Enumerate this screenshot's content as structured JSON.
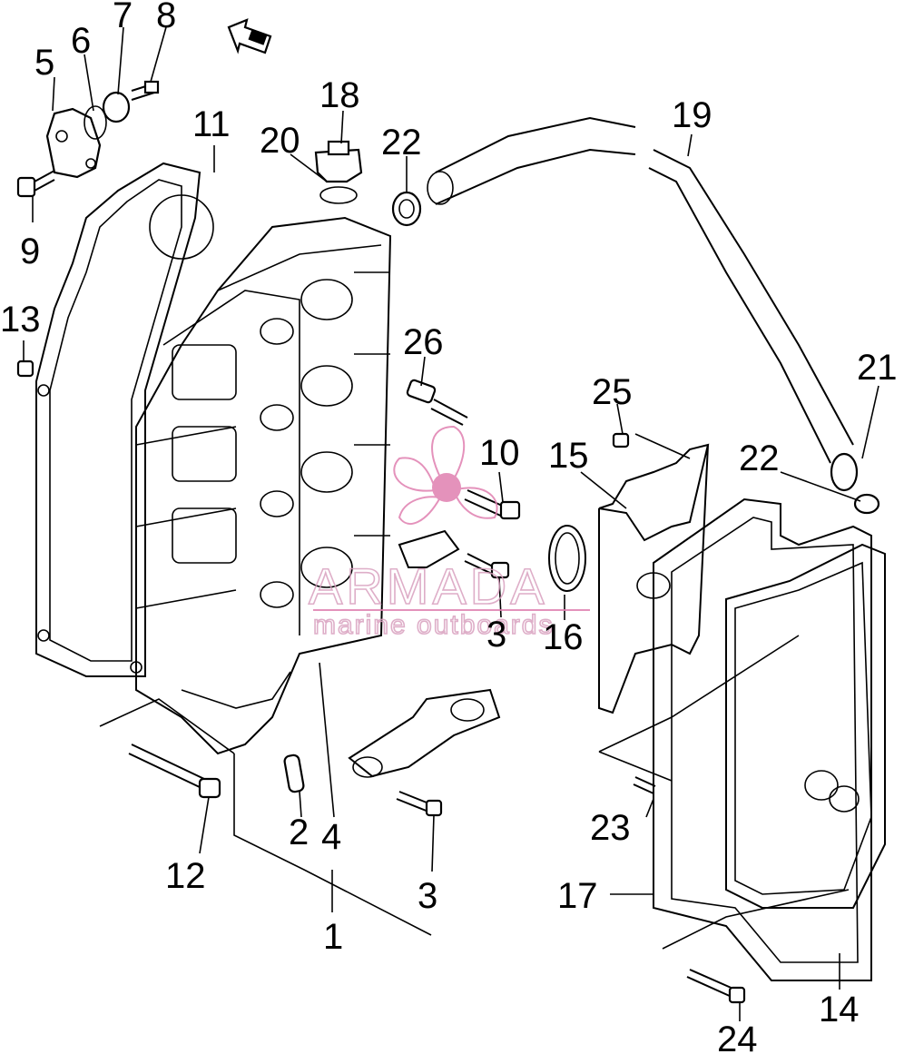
{
  "diagram": {
    "watermark": {
      "brand": "ARMADA",
      "tagline": "marine outboards",
      "color": "#e07fb0"
    },
    "labels": {
      "p1": "1",
      "p2": "2",
      "p3a": "3",
      "p3b": "3",
      "p4": "4",
      "p5": "5",
      "p6": "6",
      "p7": "7",
      "p8": "8",
      "p9": "9",
      "p10": "10",
      "p11": "11",
      "p12": "12",
      "p13": "13",
      "p14": "14",
      "p15": "15",
      "p16": "16",
      "p17": "17",
      "p18": "18",
      "p19": "19",
      "p20": "20",
      "p21": "21",
      "p22a": "22",
      "p22b": "22",
      "p23": "23",
      "p24": "24",
      "p25": "25",
      "p26": "26"
    },
    "fwd_arrow_icon": "forward-arrow-icon"
  }
}
